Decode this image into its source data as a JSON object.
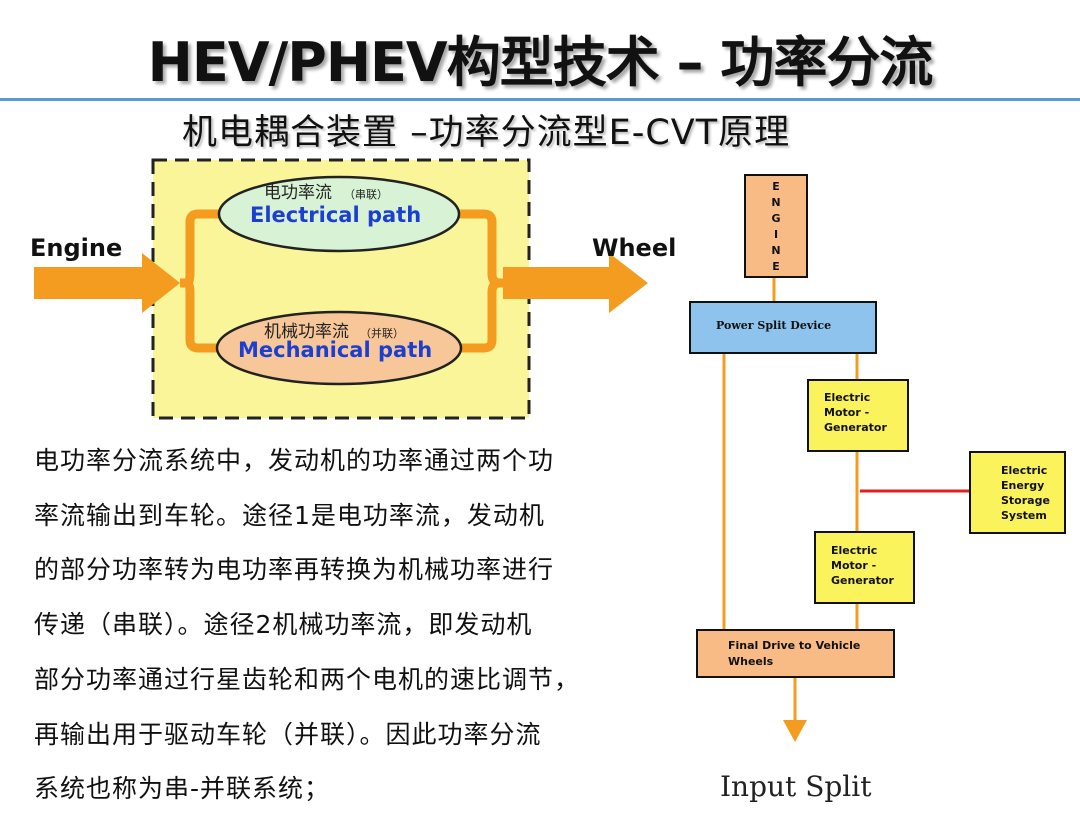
{
  "title": "HEV/PHEV构型技术 – 功率分流",
  "subtitle": "机电耦合装置 –功率分流型E-CVT原理",
  "left_diagram": {
    "input_label": "Engine",
    "output_label": "Wheel",
    "electrical_cn": "电功率流",
    "electrical_cn_sub": "（串联）",
    "electrical_en": "Electrical path",
    "mechanical_cn": "机械功率流",
    "mechanical_cn_sub": "（并联）",
    "mechanical_en": "Mechanical path"
  },
  "body_lines": [
    "电功率分流系统中，发动机的功率通过两个功",
    "率流输出到车轮。途径1是电功率流，发动机",
    "的部分功率转为电功率再转换为机械功率进行",
    "传递（串联）。途径2机械功率流，即发动机",
    "部分功率通过行星齿轮和两个电机的速比调节，",
    "再输出用于驱动车轮（并联）。因此功率分流",
    "系统也称为串-并联系统；"
  ],
  "right_diagram": {
    "engine_letters": [
      "E",
      "N",
      "G",
      "I",
      "N",
      "E"
    ],
    "power_split": "Power Split Device",
    "mg1": [
      "Electric",
      "Motor -",
      "Generator"
    ],
    "storage": [
      "Electric",
      "Energy",
      "Storage",
      "System"
    ],
    "mg2": [
      "Electric",
      "Motor -",
      "Generator"
    ],
    "final_drive": [
      "Final Drive to Vehicle",
      "Wheels"
    ],
    "caption": "Input Split"
  },
  "colors": {
    "orange": "#f39c1f",
    "yellow_fill": "#fbf59a",
    "blue_box": "#8ec3ee",
    "ellipse_green": "#d8f2d6",
    "ellipse_orange": "#f7c79a",
    "right_orange_box": "#f9bb86",
    "right_yellow_box": "#fbf35c",
    "red_link": "#e0201f",
    "title_rule": "#5b9bd5"
  }
}
